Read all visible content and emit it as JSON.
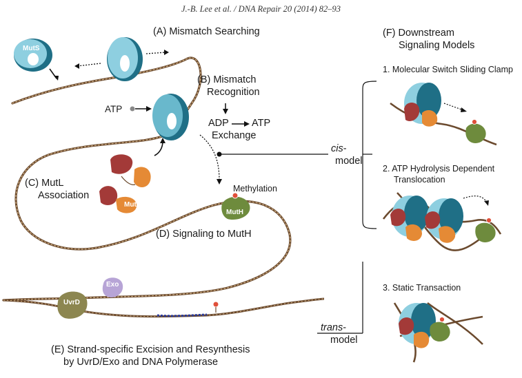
{
  "header": "J.-B. Lee et al. / DNA Repair 20 (2014) 82–93",
  "left_panel": {
    "mismatch_searching": "(A) Mismatch Searching",
    "mismatch_recognition_line1": "(B) Mismatch",
    "mismatch_recognition_line2": "Recognition",
    "exchange_line1_a": "ADP",
    "exchange_line1_b": "ATP",
    "exchange_line2": "Exchange",
    "atp": "ATP",
    "mutl_association_line1": "(C) MutL",
    "mutl_association_line2": "Association",
    "methylation": "Methylation",
    "signaling": "(D) Signaling to MutH",
    "excision_line1": "(E) Strand-specific Excision and Resynthesis",
    "excision_line2": "by UvrD/Exo and DNA Polymerase",
    "protein_muts": "MutS",
    "protein_mutl": "MutL",
    "protein_muth": "MutH",
    "protein_uvrd": "UvrD",
    "protein_exo": "Exo"
  },
  "right_panel": {
    "title_line1": "(F) Downstream",
    "title_line2": "Signaling Models",
    "model1": "1. Molecular Switch Sliding Clamp",
    "model2_line1": "2. ATP Hydrolysis Dependent",
    "model2_line2": "Translocation",
    "model3": "3. Static Transaction",
    "cis_italic": "cis",
    "cis_rest": "-",
    "cis_model": "model",
    "trans_italic": "trans",
    "trans_rest": "-",
    "trans_model": "model"
  },
  "colors": {
    "muts_light": "#8ecfe0",
    "muts_dark": "#1f6f86",
    "mutl_red": "#a33a38",
    "mutl_orange": "#e58a35",
    "muth_green": "#6e8b3d",
    "uvrd_olive": "#8c8650",
    "exo_purple": "#b7a4d6",
    "dna_brown": "#6b4a2e",
    "methyl_red": "#e0503a",
    "new_strand_blue": "#2a3a9a"
  }
}
